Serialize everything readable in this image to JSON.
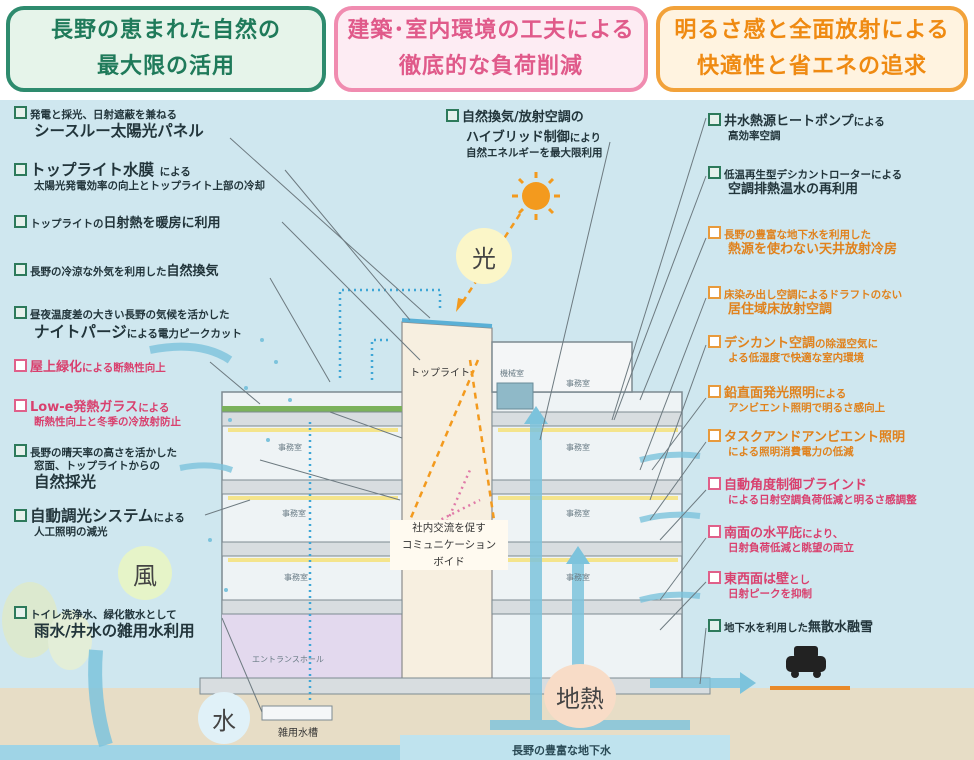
{
  "header": {
    "box1": {
      "line1": "長野の恵まれた自然の",
      "line2": "最大限の活用",
      "border": "#2e8b6e",
      "bg": "#e6f4ea",
      "color": "#1f7a5a"
    },
    "box2": {
      "line1": "建築･室内環境の工夫による",
      "line2": "徹底的な負荷削減",
      "border": "#f08cb0",
      "bg": "#fdecf3",
      "color": "#e05a8a"
    },
    "box3": {
      "line1": "明るさ感と全面放射による",
      "line2": "快適性と省エネの追求",
      "border": "#f2a23a",
      "bg": "#fff3e0",
      "color": "#ef8a12"
    }
  },
  "labels_left": [
    {
      "small": "発電と採光、日射遮蔽を兼ねる",
      "big": "シースルー太陽光パネル"
    },
    {
      "big": "トップライト水膜",
      "tail": "による",
      "small": "太陽光発電効率の向上とトップライト上部の冷却"
    },
    {
      "pre": "トップライトの",
      "big": "日射熱を暖房に利用"
    },
    {
      "pre": "長野の冷涼な外気を利用した",
      "big": "自然換気"
    },
    {
      "small": "昼夜温度差の大きい長野の気候を活かした",
      "big": "ナイトパージ",
      "tail": "による電力ピークカット"
    },
    {
      "big": "屋上緑化",
      "tail": "による断熱性向上"
    },
    {
      "big": "Low-e発熱ガラス",
      "tail": "による",
      "small": "断熱性向上と冬季の冷放射防止"
    },
    {
      "small": "長野の晴天率の高さを活かした",
      "small2": "窓面、トップライトからの",
      "big": "自然採光"
    },
    {
      "big": "自動調光システム",
      "tail": "による",
      "small": "人工照明の減光"
    },
    {
      "small": "トイレ洗浄水、緑化散水として",
      "big": "雨水/井水の雑用水利用"
    }
  ],
  "labels_center": {
    "line1": "自然換気/放射空調の",
    "line2": "ハイブリッド制御",
    "tail": "により",
    "small": "自然エネルギーを最大限利用"
  },
  "labels_right": [
    {
      "big": "井水熱源ヒートポンプ",
      "tail": "による",
      "small": "高効率空調"
    },
    {
      "small": "低温再生型デシカントローターによる",
      "big": "空調排熱温水の再利用"
    },
    {
      "small": "長野の豊富な地下水を利用した",
      "big": "熱源を使わない天井放射冷房"
    },
    {
      "small": "床染み出し空調によるドラフトのない",
      "big": "居住域床放射空調"
    },
    {
      "big": "デシカント空調",
      "tail": "の除湿空気に",
      "small": "よる低湿度で快適な室内環境"
    },
    {
      "big": "鉛直面発光照明",
      "tail": "による",
      "small": "アンビエント照明で明るさ感向上"
    },
    {
      "big": "タスクアンドアンビエント照明",
      "small": "による照明消費電力の低減"
    },
    {
      "big": "自動角度制御ブラインド",
      "small": "による日射空調負荷低減と明るさ感調整"
    },
    {
      "big": "南面の水平庇",
      "tail": "により、",
      "small": "日射負荷低減と眺望の両立"
    },
    {
      "big": "東西面は壁",
      "tail": "とし",
      "small": "日射ピークを抑制"
    },
    {
      "small": "地下水を利用した",
      "big": "無散水融雪"
    }
  ],
  "circles": {
    "light": "光",
    "wind": "風",
    "water": "水",
    "geo": "地熱"
  },
  "building": {
    "toplight": "トップライト",
    "kikai": "機械室",
    "office": "事務室",
    "void1": "社内交流を促す",
    "void2": "コミュニケーション",
    "void3": "ボイド",
    "entrance": "エントランスホール",
    "tank": "雑用水槽",
    "ground": "長野の豊富な地下水"
  }
}
